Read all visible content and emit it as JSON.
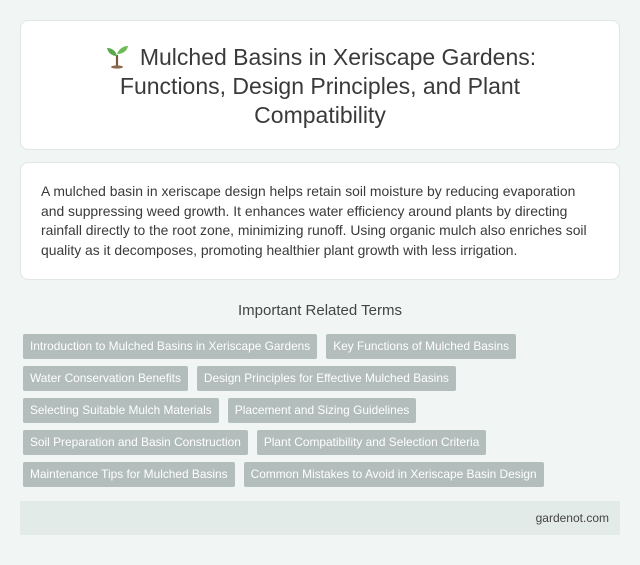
{
  "header": {
    "icon": "sprout-icon",
    "title": "Mulched Basins in Xeriscape Gardens: Functions, Design Principles, and Plant Compatibility"
  },
  "intro": {
    "text": "A mulched basin in xeriscape design helps retain soil moisture by reducing evaporation and suppressing weed growth. It enhances water efficiency around plants by directing rainfall directly to the root zone, minimizing runoff. Using organic mulch also enriches soil quality as it decomposes, promoting healthier plant growth with less irrigation."
  },
  "related": {
    "heading": "Important Related Terms",
    "tags": [
      "Introduction to Mulched Basins in Xeriscape Gardens",
      "Key Functions of Mulched Basins",
      "Water Conservation Benefits",
      "Design Principles for Effective Mulched Basins",
      "Selecting Suitable Mulch Materials",
      "Placement and Sizing Guidelines",
      "Soil Preparation and Basin Construction",
      "Plant Compatibility and Selection Criteria",
      "Maintenance Tips for Mulched Basins",
      "Common Mistakes to Avoid in Xeriscape Basin Design"
    ]
  },
  "footer": {
    "site": "gardenot.com"
  },
  "colors": {
    "background": "#f1f6f4",
    "tag": "#b2bdbc",
    "footer": "#e2ebe8"
  }
}
